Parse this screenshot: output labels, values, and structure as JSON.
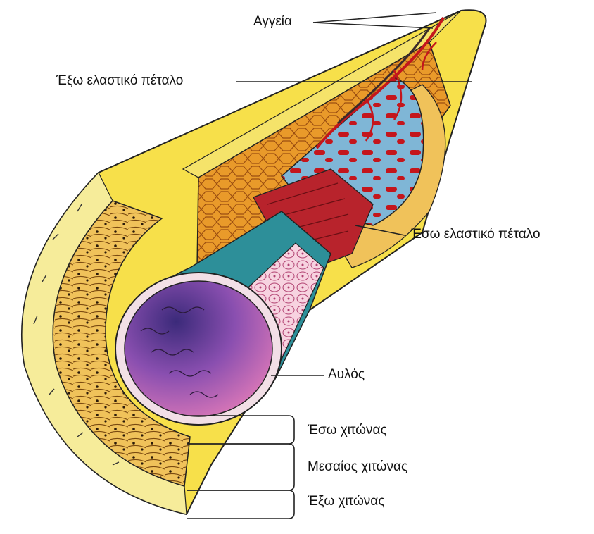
{
  "labels": {
    "vessels": "Αγγεία",
    "external_elastic_lamina": "Έξω ελαστικό πέταλο",
    "internal_elastic_lamina": "Έσω ελαστικό πέταλο",
    "lumen": "Αυλός",
    "tunica_intima": "Έσω χιτώνας",
    "tunica_media": "Μεσαίος χιτώνας",
    "tunica_externa": "Έξω χιτώνας"
  },
  "colors": {
    "adventitia_yellow": "#f7e04a",
    "adventitia_light": "#f6ec9a",
    "media_orange": "#e9a326",
    "media_tan": "#f0c060",
    "elastic_blue": "#7fb6d6",
    "smooth_muscle_red": "#b8232c",
    "endothelium_pink": "#f4c6d6",
    "inner_teal": "#2d8f99",
    "lumen_purple": "#6a4a9c",
    "lumen_pink": "#e07ab8",
    "vessel_red": "#c4161c",
    "outline": "#222222"
  }
}
